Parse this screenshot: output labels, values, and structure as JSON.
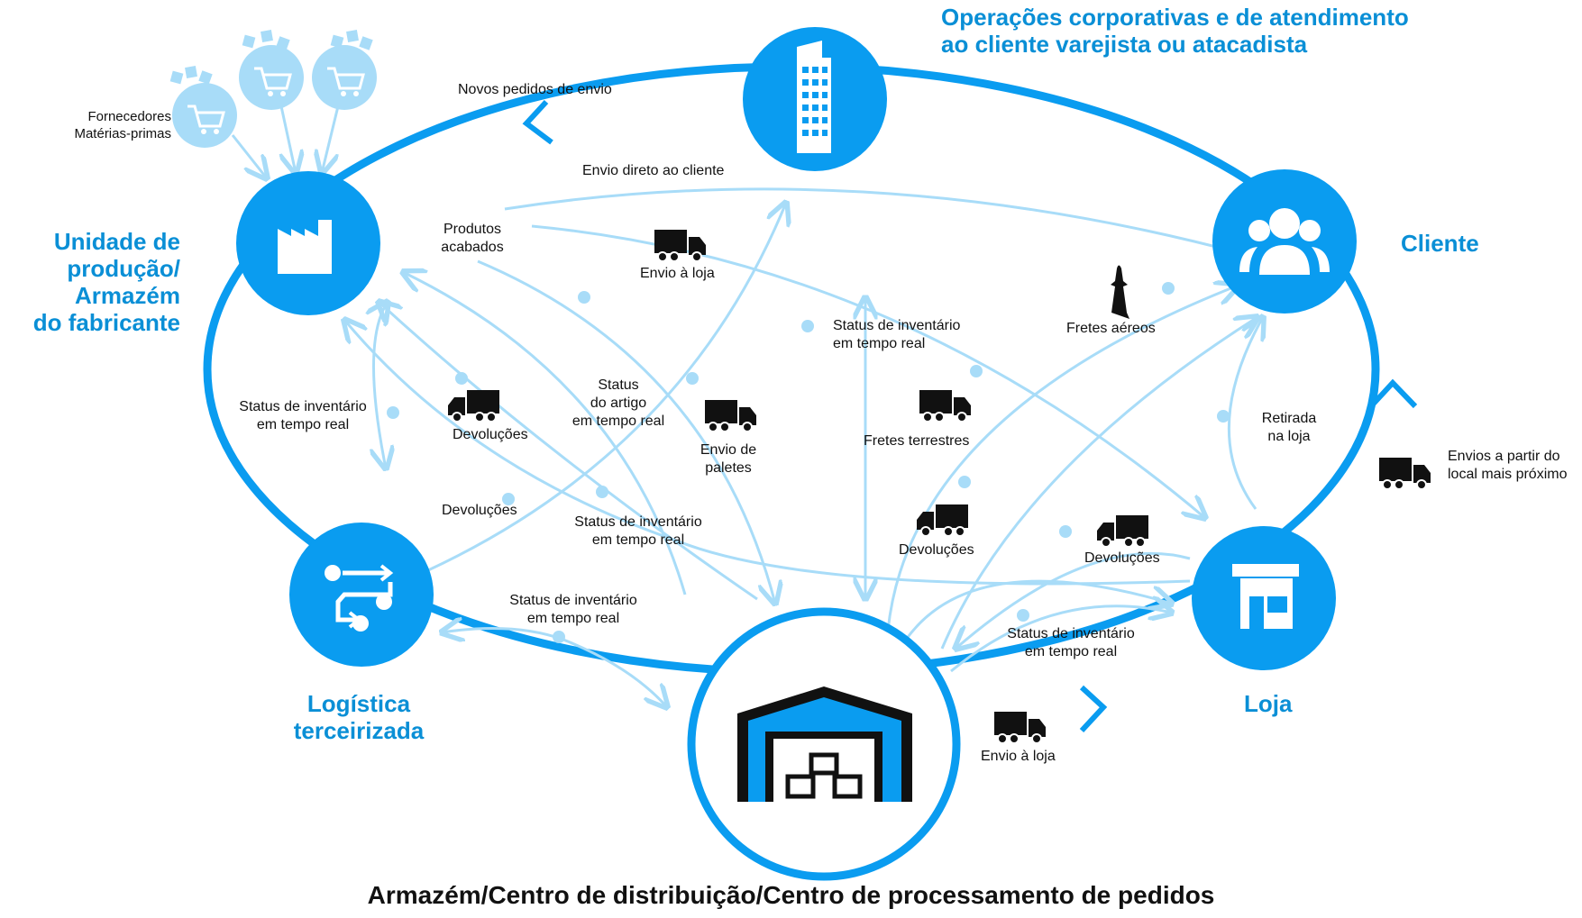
{
  "colors": {
    "primary": "#0a9cf0",
    "flow": "#a8dcf8",
    "supplier": "#a8dcf8",
    "title": "#0a8fd6",
    "icon_dark": "#111111"
  },
  "nodes": {
    "corporate": {
      "title_line1": "Operações corporativas e de atendimento",
      "title_line2": "ao cliente varejista ou atacadista",
      "icon": "office-building-icon"
    },
    "manufacturer": {
      "title_line1": "Unidade de",
      "title_line2": "produção/",
      "title_line3": "Armazém",
      "title_line4": "do fabricante",
      "icon": "factory-icon"
    },
    "customer": {
      "title": "Cliente",
      "icon": "people-icon"
    },
    "logistics": {
      "title_line1": "Logística",
      "title_line2": "terceirizada",
      "icon": "flow-arrows-icon"
    },
    "store": {
      "title": "Loja",
      "icon": "storefront-icon"
    },
    "warehouse": {
      "title": "Armazém/Centro de distribuição/Centro de processamento de pedidos",
      "icon": "warehouse-icon"
    }
  },
  "suppliers": {
    "line1": "Fornecedores",
    "line2": "Matérias-primas"
  },
  "labels": {
    "new_orders": "Novos pedidos de envio",
    "direct_ship": "Envio direto ao cliente",
    "finished_line1": "Produtos",
    "finished_line2": "acabados",
    "ship_to_store_top": "Envio à loja",
    "inv_left_line1": "Status de inventário",
    "inv_left_line2": "em tempo real",
    "returns_1": "Devoluções",
    "item_status_line1": "Status",
    "item_status_line2": "do artigo",
    "item_status_line3": "em tempo real",
    "pallet_line1": "Envio de",
    "pallet_line2": "paletes",
    "inv_center_line1": "Status de inventário",
    "inv_center_line2": "em tempo real",
    "air_freight": "Fretes aéreos",
    "ground_freight": "Fretes terrestres",
    "pickup_line1": "Retirada",
    "pickup_line2": "na loja",
    "nearest_line1": "Envios a partir do",
    "nearest_line2": "local mais próximo",
    "returns_2": "Devoluções",
    "inv_mid_line1": "Status de inventário",
    "inv_mid_line2": "em tempo real",
    "returns_3": "Devoluções",
    "returns_4": "Devoluções",
    "inv_bl_line1": "Status de inventário",
    "inv_bl_line2": "em tempo real",
    "inv_br_line1": "Status de inventário",
    "inv_br_line2": "em tempo real",
    "ship_to_store_bottom": "Envio à loja"
  }
}
